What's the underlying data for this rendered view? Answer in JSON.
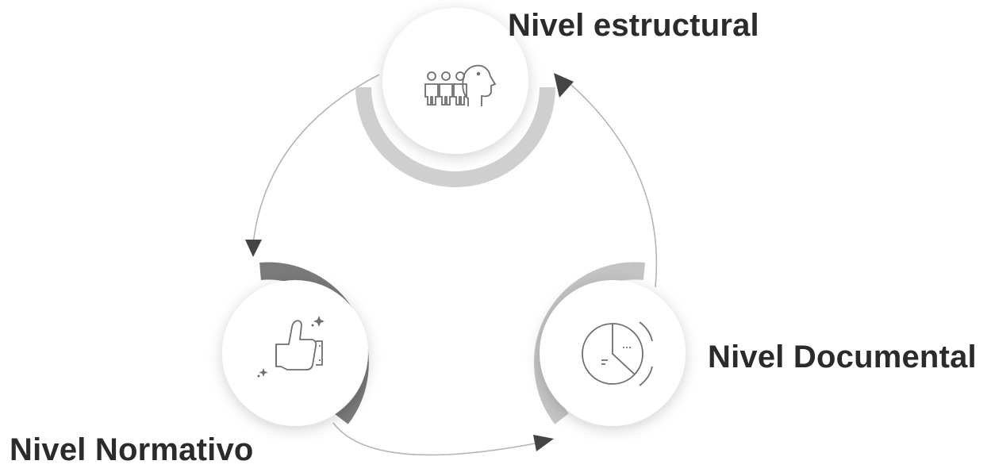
{
  "nodes": [
    {
      "id": "estructural",
      "label": "Nivel estructural",
      "icon": "people-group-icon"
    },
    {
      "id": "documental",
      "label": "Nivel Documental",
      "icon": "pie-chart-icon"
    },
    {
      "id": "normativo",
      "label": "Nivel Normativo",
      "icon": "thumbs-up-icon"
    }
  ],
  "cycle_direction": [
    "estructural",
    "normativo",
    "documental",
    "estructural"
  ],
  "colors": {
    "arc_top": "#c8c8c8",
    "arc_left": "#7a7a7a",
    "arc_right": "#bdbdbd",
    "arrow": "#444444",
    "circle_fill": "#ffffff",
    "text": "#2b2b2b",
    "icon": "#6e6e6e"
  }
}
